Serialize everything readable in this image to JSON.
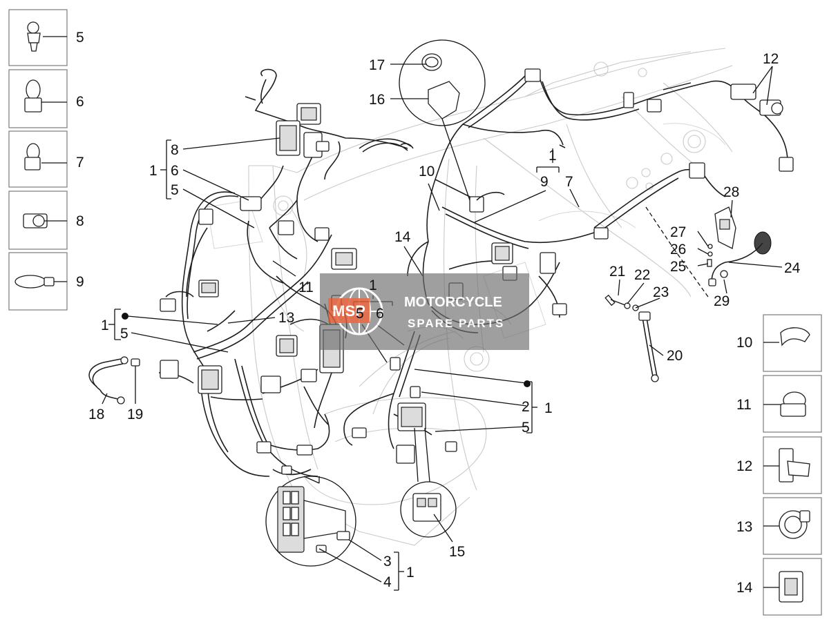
{
  "diagram": {
    "title": "",
    "watermark": {
      "line1": "MOTORCYCLE",
      "line2": "SPARE PARTS",
      "badge": "MSP"
    },
    "colors": {
      "line": "#111111",
      "ghost": "#c9c9c9",
      "frame": "#7a7a7a",
      "watermark_bg": "#6e6e6e",
      "watermark_accent": "#e4572e"
    },
    "side_boxes": {
      "left": [
        "5",
        "6",
        "7",
        "8",
        "9"
      ],
      "right": [
        "10",
        "11",
        "12",
        "13",
        "14"
      ]
    },
    "callouts": [
      "17",
      "16",
      "12",
      "8",
      "1",
      "6",
      "5",
      "10",
      "1",
      "9",
      "7",
      "28",
      "27",
      "26",
      "25",
      "24",
      "14",
      "11",
      "1",
      "5",
      "6",
      "21",
      "22",
      "23",
      "29",
      "1",
      "5",
      "13",
      "20",
      "18",
      "19",
      "2",
      "1",
      "5",
      "3",
      "1",
      "4",
      "15"
    ]
  }
}
